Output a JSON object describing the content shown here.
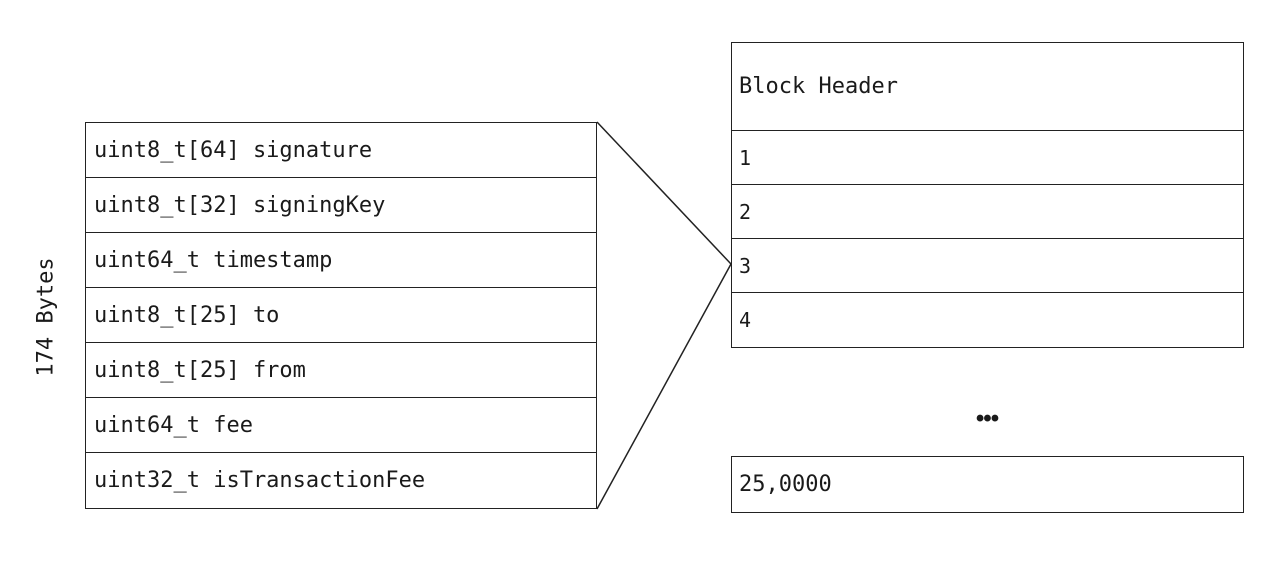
{
  "size_label": "174 Bytes",
  "transaction_fields": [
    "uint8_t[64] signature",
    "uint8_t[32] signingKey",
    "uint64_t timestamp",
    "uint8_t[25] to",
    "uint8_t[25] from",
    "uint64_t fee",
    "uint32_t isTransactionFee"
  ],
  "block": {
    "header": "Block Header",
    "rows": [
      "1",
      "2",
      "3",
      "4"
    ],
    "ellipsis": "•••",
    "last": "25,0000"
  }
}
